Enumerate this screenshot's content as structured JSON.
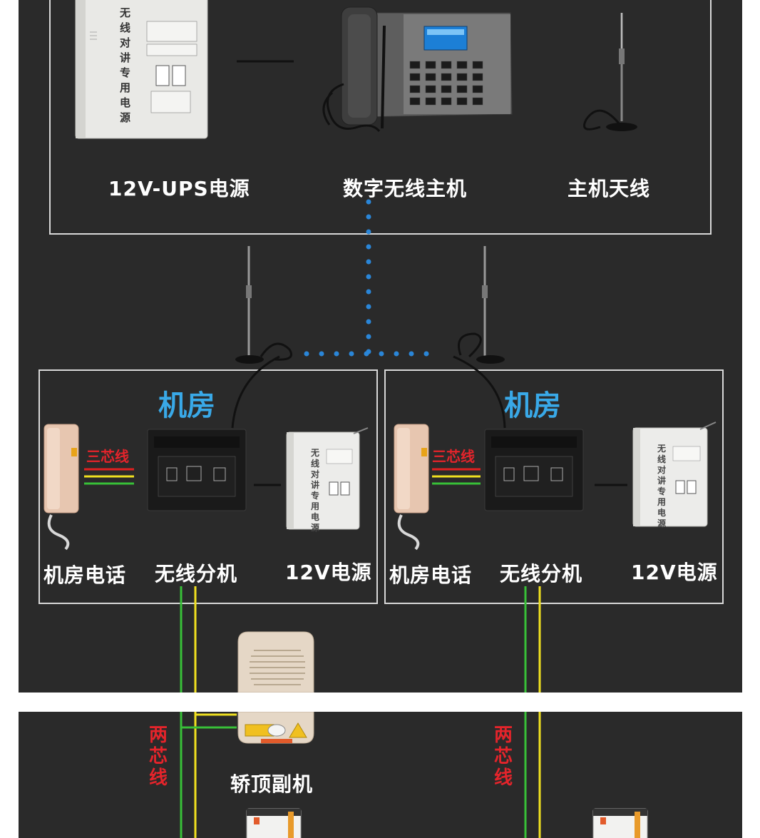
{
  "colors": {
    "background": "#2a2a2a",
    "box_border": "#d8d8d8",
    "link_blue": "#2a86d8",
    "room_title": "#39a9e8",
    "label_red": "#e4242b",
    "wire_red": "#e02020",
    "wire_yellow": "#f0e020",
    "wire_green": "#38c038"
  },
  "top": {
    "labels": {
      "ups": "12V-UPS电源",
      "host": "数字无线主机",
      "antenna": "主机天线"
    },
    "ups_device_text": "无线对讲专用电源"
  },
  "rooms": [
    {
      "title": "机房",
      "wire_label": "三芯线",
      "phone": "机房电话",
      "ext": "无线分机",
      "power": "12V电源",
      "power_device_text": "无线对讲专用电源"
    },
    {
      "title": "机房",
      "wire_label": "三芯线",
      "phone": "机房电话",
      "ext": "无线分机",
      "power": "12V电源",
      "power_device_text": "无线对讲专用电源"
    }
  ],
  "bottom": {
    "wire_label_left": "两芯线",
    "wire_label_right": "两芯线",
    "car_top": "轿顶副机"
  }
}
